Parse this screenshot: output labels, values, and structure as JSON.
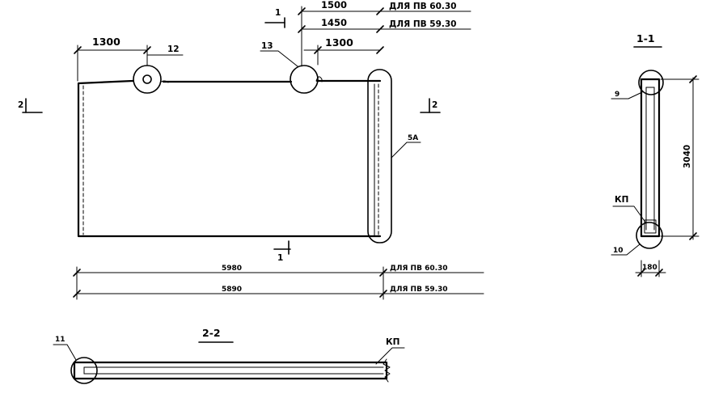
{
  "main_view": {
    "dim_1300_left": "1300",
    "dim_1300_right": "1300",
    "dim_1500": "1500",
    "dim_1450": "1450",
    "note_pv6030": "ДЛЯ ПВ 60.30",
    "note_pv5930": "ДЛЯ ПВ 59.30",
    "callout_12": "12",
    "callout_13": "13",
    "callout_5a": "5А",
    "cut_2_left": "2",
    "cut_2_right": "2",
    "cut_1_top": "1",
    "cut_1_bottom": "1"
  },
  "bottom_dims": {
    "dim_5980": "5980",
    "dim_5890": "5890",
    "note_pv6030": "ДЛЯ ПВ 60.30",
    "note_pv5930": "ДЛЯ ПВ 59.30"
  },
  "section_1_1": {
    "title": "1-1",
    "callout_9": "9",
    "callout_10": "10",
    "label_kp": "КП",
    "dim_height": "3040",
    "dim_width": "180"
  },
  "section_2_2": {
    "title": "2-2",
    "callout_11": "11",
    "label_kp": "КП"
  }
}
